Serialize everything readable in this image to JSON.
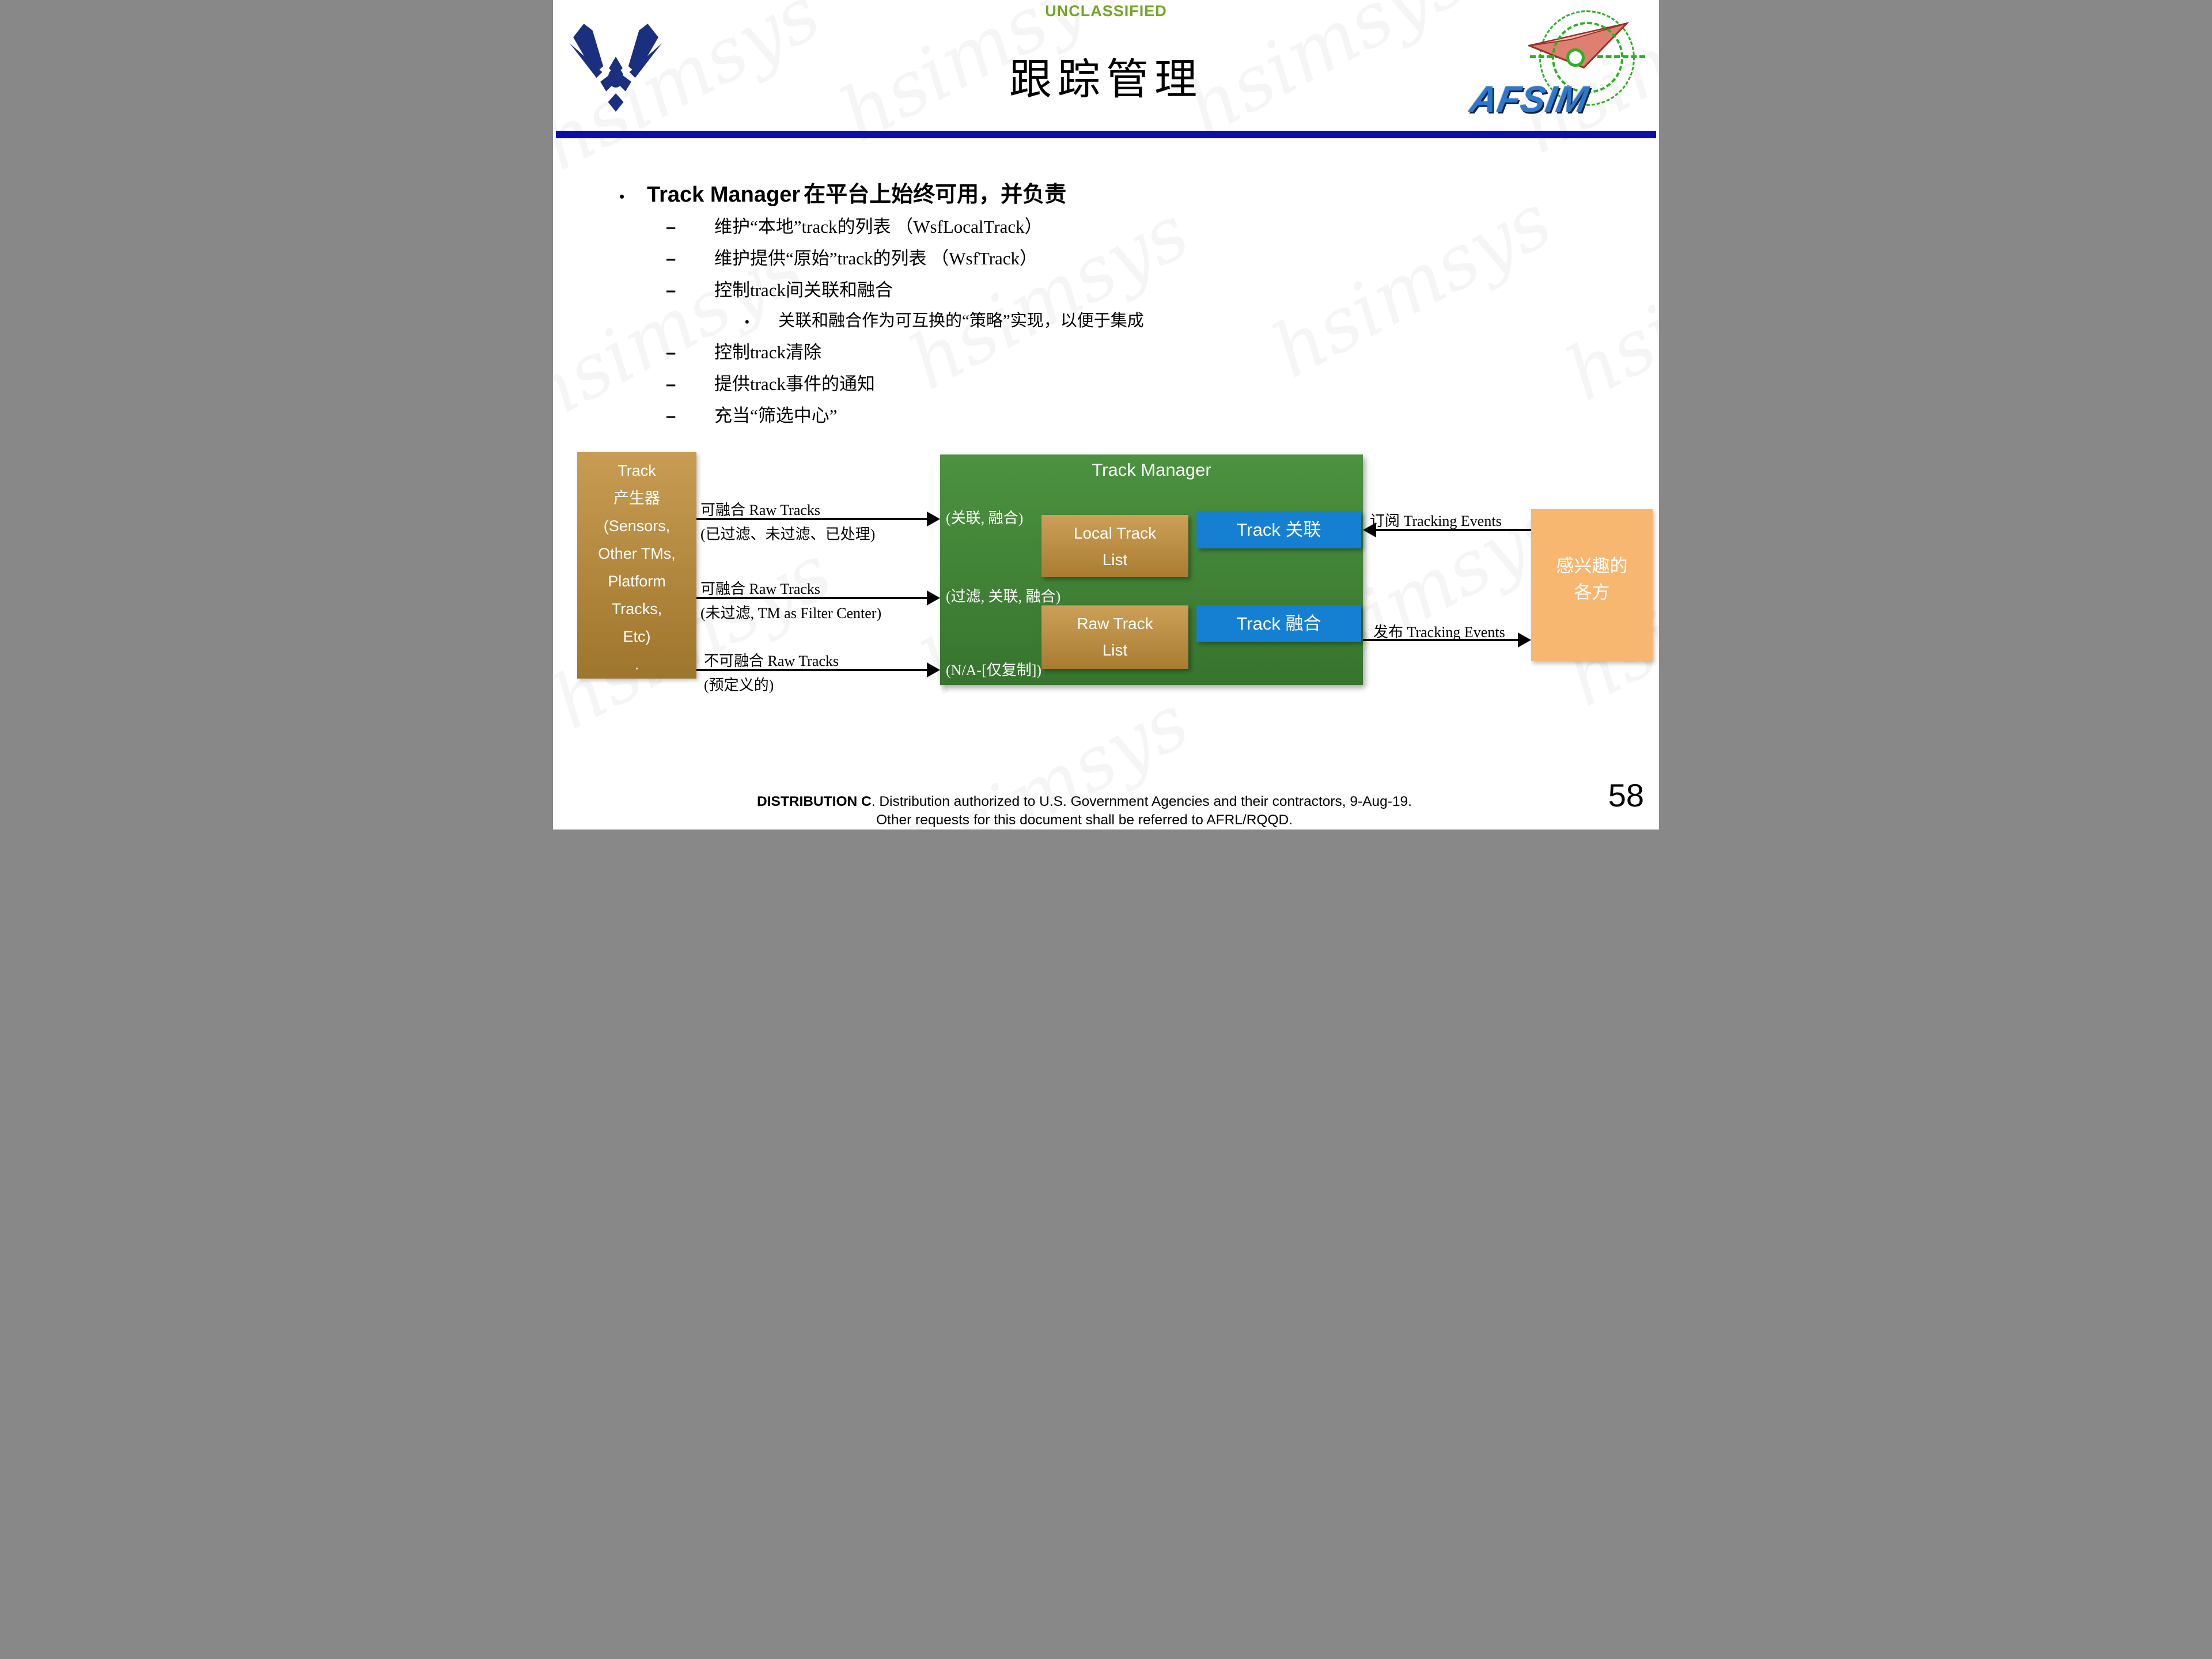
{
  "header": {
    "classification": "UNCLASSIFIED",
    "title": "跟踪管理",
    "afsim_logo_text": "AFSIM"
  },
  "watermark": {
    "text": "hsimsys"
  },
  "bullets": {
    "main_latin": "Track Manager",
    "main_rest": "在平台上始终可用，并负责",
    "dash_marker": "–",
    "dot_marker": "•",
    "items": [
      "维护“本地”track的列表 （WsfLocalTrack）",
      "维护提供“原始”track的列表 （WsfTrack）",
      "控制track间关联和融合",
      "控制track清除",
      "提供track事件的通知",
      "充当“筛选中心”"
    ],
    "sub_item": "关联和融合作为可互换的“策略”实现，以便于集成"
  },
  "diagram": {
    "source_box": {
      "lines": [
        "Track",
        "产生器",
        "(Sensors,",
        "Other TMs,",
        "Platform",
        "Tracks,",
        "Etc)",
        "."
      ]
    },
    "arrows_left": [
      {
        "top": "可融合 Raw Tracks",
        "bottom": "(已过滤、未过滤、已处理)"
      },
      {
        "top": "可融合 Raw Tracks",
        "bottom": "(未过滤, TM as Filter Center)"
      },
      {
        "top": "不可融合 Raw Tracks",
        "bottom": "(预定义的)"
      }
    ],
    "track_manager": {
      "title": "Track Manager",
      "annotations": [
        "(关联, 融合)",
        "(过滤, 关联, 融合)",
        "(N/A-[仅复制])"
      ],
      "local_track_list": {
        "lines": [
          "Local Track",
          "List"
        ]
      },
      "raw_track_list": {
        "lines": [
          "Raw Track",
          "List"
        ]
      },
      "track_association": "Track 关联",
      "track_fusion": "Track 融合"
    },
    "arrows_right": [
      {
        "label": "订阅 Tracking Events",
        "direction": "left"
      },
      {
        "label": "发布 Tracking Events",
        "direction": "right"
      }
    ],
    "interested_box": {
      "lines": [
        "感兴趣的",
        "各方"
      ]
    }
  },
  "footer": {
    "distribution_bold": "DISTRIBUTION C",
    "distribution_rest": ". Distribution authorized to U.S. Government Agencies and their contractors, 9-Aug-19.",
    "line2": "Other requests for this document shall be referred to AFRL/RQQD.",
    "page_number": "58"
  },
  "colors": {
    "classification_green": "#74A524",
    "divider_navy": "#0D0DA8",
    "manager_green": "#4C9240",
    "list_tan": "#C89C53",
    "action_blue": "#1580D2",
    "interested_orange": "#F8B771",
    "usaf_navy": "#1A2F7E",
    "reticle_green": "#27B31F"
  }
}
